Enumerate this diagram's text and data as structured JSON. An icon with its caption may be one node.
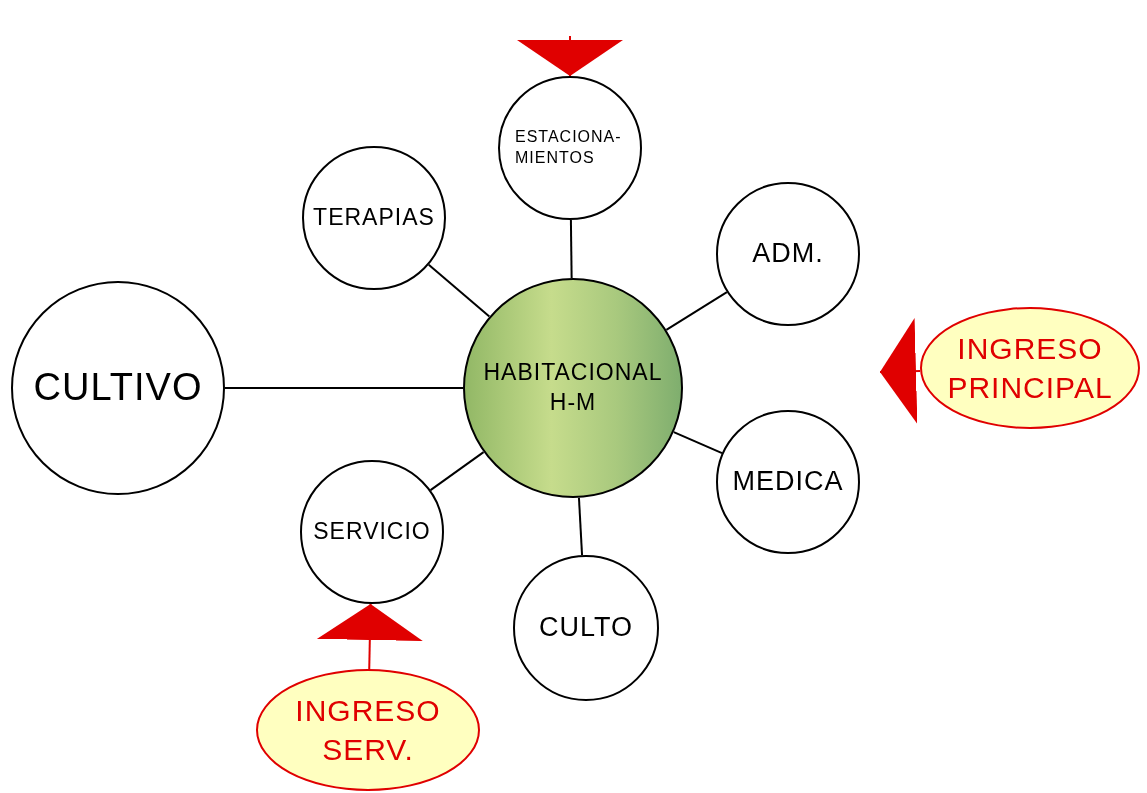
{
  "diagram": {
    "nodes": [
      {
        "text": [
          "HABITACIONAL H-M"
        ]
      },
      {
        "text": [
          "ESTACIONA- MIENTOS"
        ]
      },
      {
        "text": [
          "TERAPIAS"
        ]
      },
      {
        "text": [
          "ADM."
        ]
      },
      {
        "text": [
          "CULTIVO"
        ]
      },
      {
        "text": [
          "INGRESO PRINCIPAL"
        ]
      },
      {
        "text": [
          "MEDICA"
        ]
      },
      {
        "text": [
          "SERVICIO"
        ]
      },
      {
        "text": [
          "CULTO"
        ]
      },
      {
        "text": [
          "INGRESO SERV."
        ]
      }
    ],
    "edges": [
      {
        "from": 0,
        "to": 1,
        "arrow": "none"
      },
      {
        "from": 0,
        "to": 2,
        "arrow": "none"
      },
      {
        "from": 0,
        "to": 3,
        "arrow": "none"
      },
      {
        "from": 0,
        "to": 4,
        "arrow": "none"
      },
      {
        "from": 0,
        "to": 6,
        "arrow": "none"
      },
      {
        "from": 0,
        "to": 7,
        "arrow": "none"
      },
      {
        "from": 0,
        "to": 8,
        "arrow": "none"
      },
      {
        "from": null,
        "to": 1,
        "arrow": "to",
        "color": "#e00000"
      },
      {
        "from": 5,
        "to": null,
        "arrow": "to",
        "color": "#e00000"
      },
      {
        "from": 9,
        "to": 7,
        "arrow": "to",
        "color": "#e00000"
      }
    ]
  }
}
